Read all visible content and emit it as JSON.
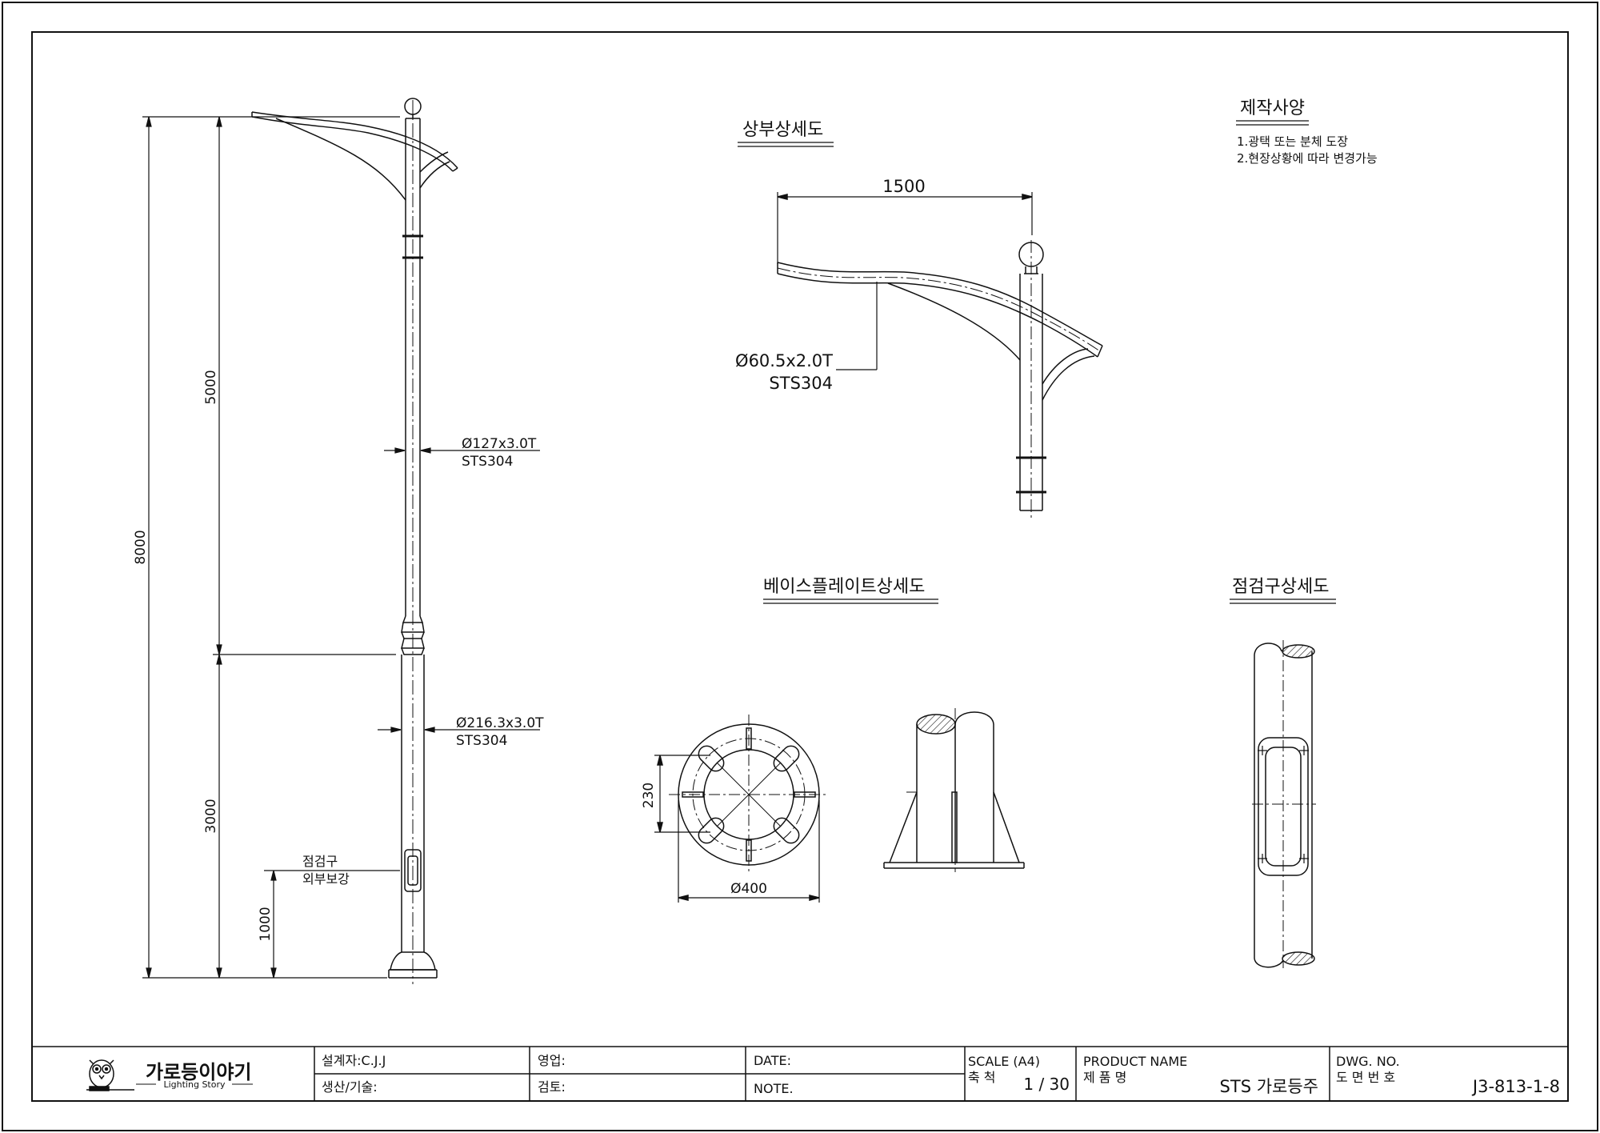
{
  "pole": {
    "dim_total": "8000",
    "dim_upper": "5000",
    "dim_lower": "3000",
    "dim_hatch": "1000",
    "upper_pipe_spec": "Ø127x3.0T",
    "upper_pipe_material": "STS304",
    "lower_pipe_spec": "Ø216.3x3.0T",
    "lower_pipe_material": "STS304",
    "hatch_label_1": "점검구",
    "hatch_label_2": "외부보강"
  },
  "top_detail": {
    "title": "상부상세도",
    "arm_length": "1500",
    "arm_spec": "Ø60.5x2.0T",
    "arm_material": "STS304"
  },
  "specs": {
    "title": "제작사양",
    "items": [
      "1.광택 또는 분체 도장",
      "2.현장상황에 따라 변경가능"
    ]
  },
  "base_detail": {
    "title": "베이스플레이트상세도",
    "dim_bolt": "230",
    "dim_diameter": "Ø400"
  },
  "hatch_detail": {
    "title": "점검구상세도"
  },
  "title_block": {
    "logo_text": "가로등이야기",
    "logo_sub": "Lighting Story",
    "designer": "설계자:C.J.J",
    "sales": "영업:",
    "date": "DATE:",
    "production": "생산/기술:",
    "review": "검토:",
    "note": "NOTE.",
    "scale_label": "SCALE (A4)",
    "scale_label_kr": "축 척",
    "scale_value": "1 / 30",
    "product_label": "PRODUCT NAME",
    "product_label_kr": "제 품 명",
    "product_value": "STS 가로등주",
    "dwg_label": "DWG. NO.",
    "dwg_label_kr": "도 면 번 호",
    "dwg_value": "J3-813-1-8"
  }
}
